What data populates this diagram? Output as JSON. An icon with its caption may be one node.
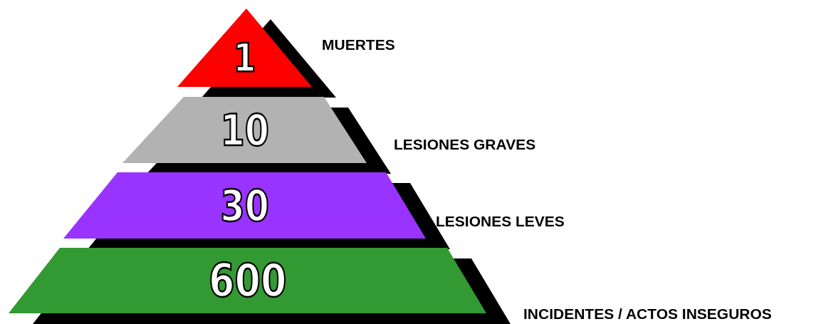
{
  "diagram": {
    "nodes": [
      {
        "text": [
          "1"
        ],
        "beside": [
          "MUERTES"
        ]
      },
      {
        "text": [
          "10"
        ],
        "beside": [
          "LESIONES GRAVES"
        ]
      },
      {
        "text": [
          "30"
        ],
        "beside": [
          "LESIONES LEVES"
        ]
      },
      {
        "text": [
          "600"
        ],
        "beside": [
          "INCIDENTES / ACTOS INSEGUROS"
        ]
      }
    ]
  }
}
